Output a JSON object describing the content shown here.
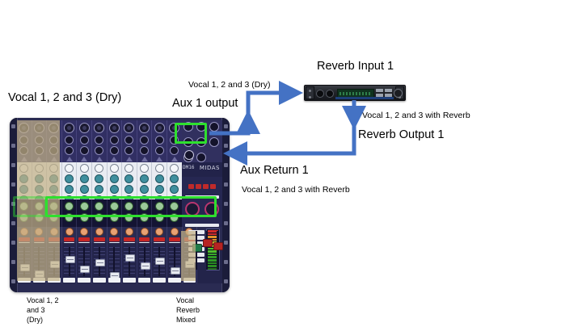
{
  "diagram": {
    "title_present": false,
    "background": "#ffffff",
    "arrow_color": "#4472c4",
    "highlight_color": "#2ee02e",
    "overlay_color": "#c4b287"
  },
  "labels": {
    "vocal_dry_top": "Vocal 1, 2 and 3 (Dry)",
    "aux1_output": "Aux 1 output",
    "vocal_dry_wire": "Vocal 1, 2 and 3 (Dry)",
    "reverb_input_1": "Reverb Input 1",
    "vocal_with_reverb_down": "Vocal 1, 2 and 3 with Reverb",
    "reverb_output_1": "Reverb Output 1",
    "aux_return_1": "Aux Return 1",
    "vocal_with_reverb_return": "Vocal 1, 2 and 3 with Reverb",
    "bottom_left": "Vocal 1, 2\nand 3\n(Dry)",
    "bottom_left_l1": "Vocal 1, 2",
    "bottom_left_l2": "and 3",
    "bottom_left_l3": "(Dry)",
    "bottom_mid_l1": "Vocal",
    "bottom_mid_l2": "Reverb",
    "bottom_mid_l3": "Mixed"
  },
  "mixer": {
    "name": "analog-mixing-console",
    "brand": "MIDAS",
    "model": "DM16",
    "channel_count": 12,
    "highlighted_channels": "1-3",
    "sections": [
      "input-jacks",
      "gain-eq-knobs",
      "aux-send-knobs",
      "pan-and-mute-buttons",
      "channel-faders",
      "master-section"
    ]
  },
  "reverb_unit": {
    "name": "rack-reverb-processor",
    "form_factor": "1U rack",
    "input_label": "Reverb Input 1",
    "output_label": "Reverb Output 1"
  },
  "signal_path": [
    {
      "from": "mixer-aux-1-output",
      "to": "reverb-input-1",
      "signal": "Vocal 1, 2 and 3 (Dry)"
    },
    {
      "from": "reverb-output-1",
      "to": "mixer-aux-return-1",
      "signal": "Vocal 1, 2 and 3 with Reverb"
    }
  ]
}
